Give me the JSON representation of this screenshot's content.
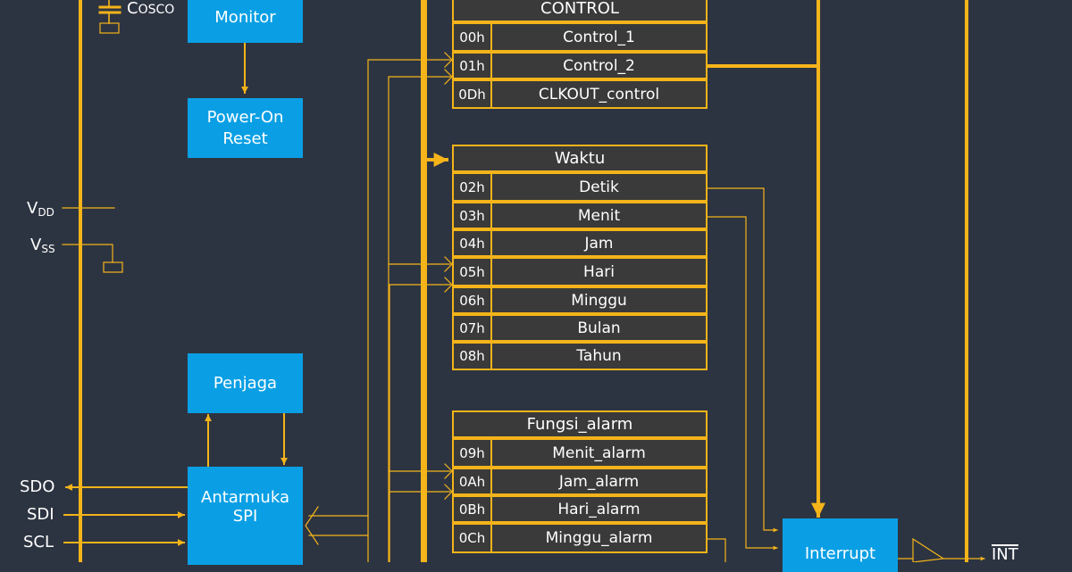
{
  "blocks": {
    "monitor": "Monitor",
    "power_on_reset": "Power-On\nReset",
    "penjaga": "Penjaga",
    "spi": "Antarmuka\nSPI",
    "interrupt": "Interrupt"
  },
  "labels": {
    "cosco_main": "C",
    "cosco_sub": "OSCO",
    "vdd_main": "V",
    "vdd_sub": "DD",
    "vss_main": "V",
    "vss_sub": "SS",
    "sdo": "SDO",
    "sdi": "SDI",
    "scl": "SCL",
    "int": "INT"
  },
  "registers": {
    "control": {
      "title": "CONTROL",
      "rows": [
        {
          "addr": "00h",
          "name": "Control_1"
        },
        {
          "addr": "01h",
          "name": "Control_2"
        },
        {
          "addr": "0Dh",
          "name": "CLKOUT_control"
        }
      ]
    },
    "waktu": {
      "title": "Waktu",
      "rows": [
        {
          "addr": "02h",
          "name": "Detik"
        },
        {
          "addr": "03h",
          "name": "Menit"
        },
        {
          "addr": "04h",
          "name": "Jam"
        },
        {
          "addr": "05h",
          "name": "Hari"
        },
        {
          "addr": "06h",
          "name": "Minggu"
        },
        {
          "addr": "07h",
          "name": "Bulan"
        },
        {
          "addr": "08h",
          "name": "Tahun"
        }
      ]
    },
    "alarm": {
      "title": "Fungsi_alarm",
      "rows": [
        {
          "addr": "09h",
          "name": "Menit_alarm"
        },
        {
          "addr": "0Ah",
          "name": "Jam_alarm"
        },
        {
          "addr": "0Bh",
          "name": "Hari_alarm"
        },
        {
          "addr": "0Ch",
          "name": "Minggu_alarm"
        }
      ]
    }
  },
  "colors": {
    "background": "#2d3441",
    "wire": "#f4b41a",
    "block": "#0a9fe4",
    "register_fill": "#3a3a3a",
    "text": "#ffffff"
  }
}
